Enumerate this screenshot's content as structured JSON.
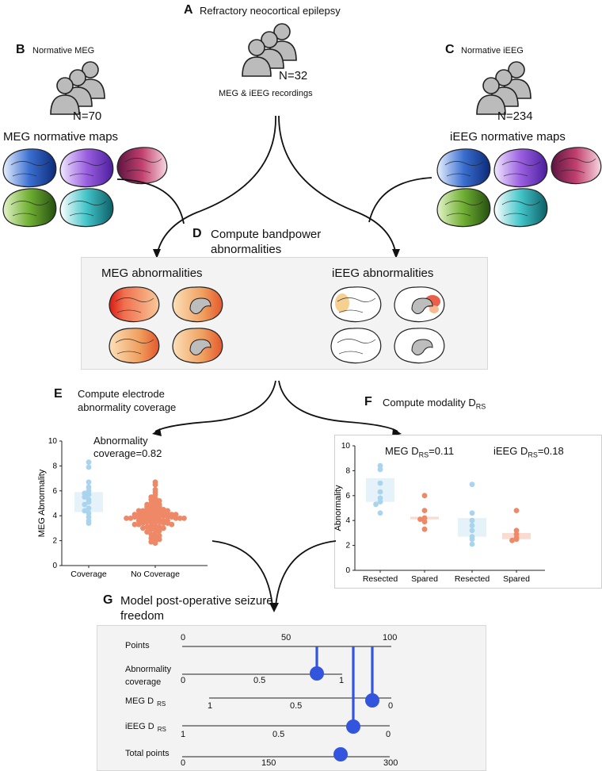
{
  "panels": {
    "A": {
      "letter": "A",
      "title": "Refractory neocortical epilepsy",
      "n": "N=32",
      "sub": "MEG & iEEG recordings"
    },
    "B": {
      "letter": "B",
      "title": "Normative MEG",
      "n": "N=70",
      "maps": "MEG normative maps"
    },
    "C": {
      "letter": "C",
      "title": "Normative iEEG",
      "n": "N=234",
      "maps": "iEEG normative maps"
    },
    "D": {
      "letter": "D",
      "title": "Compute bandpower abnormalities",
      "meg": "MEG abnormalities",
      "ieeg": "iEEG abnormalities"
    },
    "E": {
      "letter": "E",
      "title": "Compute electrode abnormality coverage",
      "annotation": "Abnormality coverage=0.82"
    },
    "F": {
      "letter": "F",
      "title_pre": "Compute modality D",
      "title_sub": "RS",
      "meg_label": "MEG D",
      "meg_sub": "RS",
      "meg_val": "=0.11",
      "ieeg_label": "iEEG D",
      "ieeg_sub": "RS",
      "ieeg_val": "=0.18"
    },
    "G": {
      "letter": "G",
      "title": "Model post-operative seizure freedom"
    }
  },
  "nomogram": {
    "rows": [
      {
        "label": "Points",
        "ticks": [
          "0",
          "50",
          "100"
        ]
      },
      {
        "label": "Abnormality coverage",
        "ticks": [
          "0",
          "0.5",
          "1"
        ]
      },
      {
        "label": "MEG D",
        "sub": "RS",
        "ticks": [
          "1",
          "0.5",
          "0"
        ]
      },
      {
        "label": "iEEG D",
        "sub": "RS",
        "ticks": [
          "1",
          "0.5",
          "0"
        ]
      },
      {
        "label": "Total points",
        "ticks": [
          "0",
          "150",
          "300"
        ]
      }
    ]
  },
  "colors": {
    "accent_blue": "#3355dd",
    "coverage": "#a9d4ee",
    "no_coverage": "#ee8866",
    "box_bg": "#f3f3f3"
  },
  "chart_data": [
    {
      "type": "scatter",
      "ylabel": "MEG Abnormality",
      "ylim": [
        0,
        10
      ],
      "yticks": [
        "0",
        "2",
        "4",
        "6",
        "8",
        "10"
      ],
      "categories": [
        "Coverage",
        "No Coverage"
      ],
      "series": [
        {
          "name": "Coverage",
          "box": [
            4.3,
            5.9
          ],
          "values": [
            8.3,
            7.9,
            6.7,
            6.3,
            6.0,
            5.8,
            5.7,
            5.5,
            5.3,
            5.1,
            4.9,
            4.6,
            4.4,
            4.2,
            3.9,
            3.6,
            3.4
          ]
        },
        {
          "name": "No Coverage",
          "box": [
            3.8,
            4.3
          ],
          "values": [
            6.7,
            6.5,
            6.1,
            5.9,
            5.7,
            5.5,
            5.4,
            5.3,
            5.2,
            5.1,
            5.0,
            4.9,
            4.9,
            4.8,
            4.8,
            4.7,
            4.7,
            4.6,
            4.6,
            4.5,
            4.5,
            4.5,
            4.4,
            4.4,
            4.4,
            4.3,
            4.3,
            4.3,
            4.2,
            4.2,
            4.2,
            4.2,
            4.1,
            4.1,
            4.1,
            4.1,
            4.0,
            4.0,
            4.0,
            4.0,
            4.0,
            3.9,
            3.9,
            3.9,
            3.9,
            3.9,
            3.8,
            3.8,
            3.8,
            3.8,
            3.8,
            3.7,
            3.7,
            3.7,
            3.7,
            3.6,
            3.6,
            3.6,
            3.6,
            3.5,
            3.5,
            3.5,
            3.5,
            3.4,
            3.4,
            3.4,
            3.3,
            3.3,
            3.3,
            3.2,
            3.2,
            3.1,
            3.1,
            3.0,
            3.0,
            2.9,
            2.9,
            2.8,
            2.7,
            2.6,
            2.5,
            2.4,
            2.3,
            2.2,
            2.1,
            2.0,
            1.9,
            1.8
          ]
        }
      ]
    },
    {
      "type": "scatter",
      "ylabel": "Abnormality",
      "ylim": [
        0,
        10
      ],
      "yticks": [
        "0",
        "2",
        "4",
        "6",
        "8",
        "10"
      ],
      "categories": [
        "Resected",
        "Spared",
        "Resected",
        "Spared"
      ],
      "series": [
        {
          "name": "MEG Resected",
          "box": [
            5.5,
            7.4
          ],
          "values": [
            8.4,
            8.1,
            7.0,
            6.3,
            5.8,
            5.5,
            5.3,
            4.6
          ]
        },
        {
          "name": "MEG Spared",
          "box": [
            4.1,
            4.3
          ],
          "values": [
            6.0,
            4.8,
            4.2,
            4.1,
            3.9,
            3.3
          ]
        },
        {
          "name": "iEEG Resected",
          "box": [
            2.7,
            4.2
          ],
          "values": [
            6.9,
            4.6,
            4.0,
            3.6,
            3.2,
            2.7,
            2.5,
            2.1
          ]
        },
        {
          "name": "iEEG Spared",
          "box": [
            2.5,
            3.0
          ],
          "values": [
            4.8,
            3.2,
            2.9,
            2.6,
            2.5,
            2.4
          ]
        }
      ]
    }
  ]
}
